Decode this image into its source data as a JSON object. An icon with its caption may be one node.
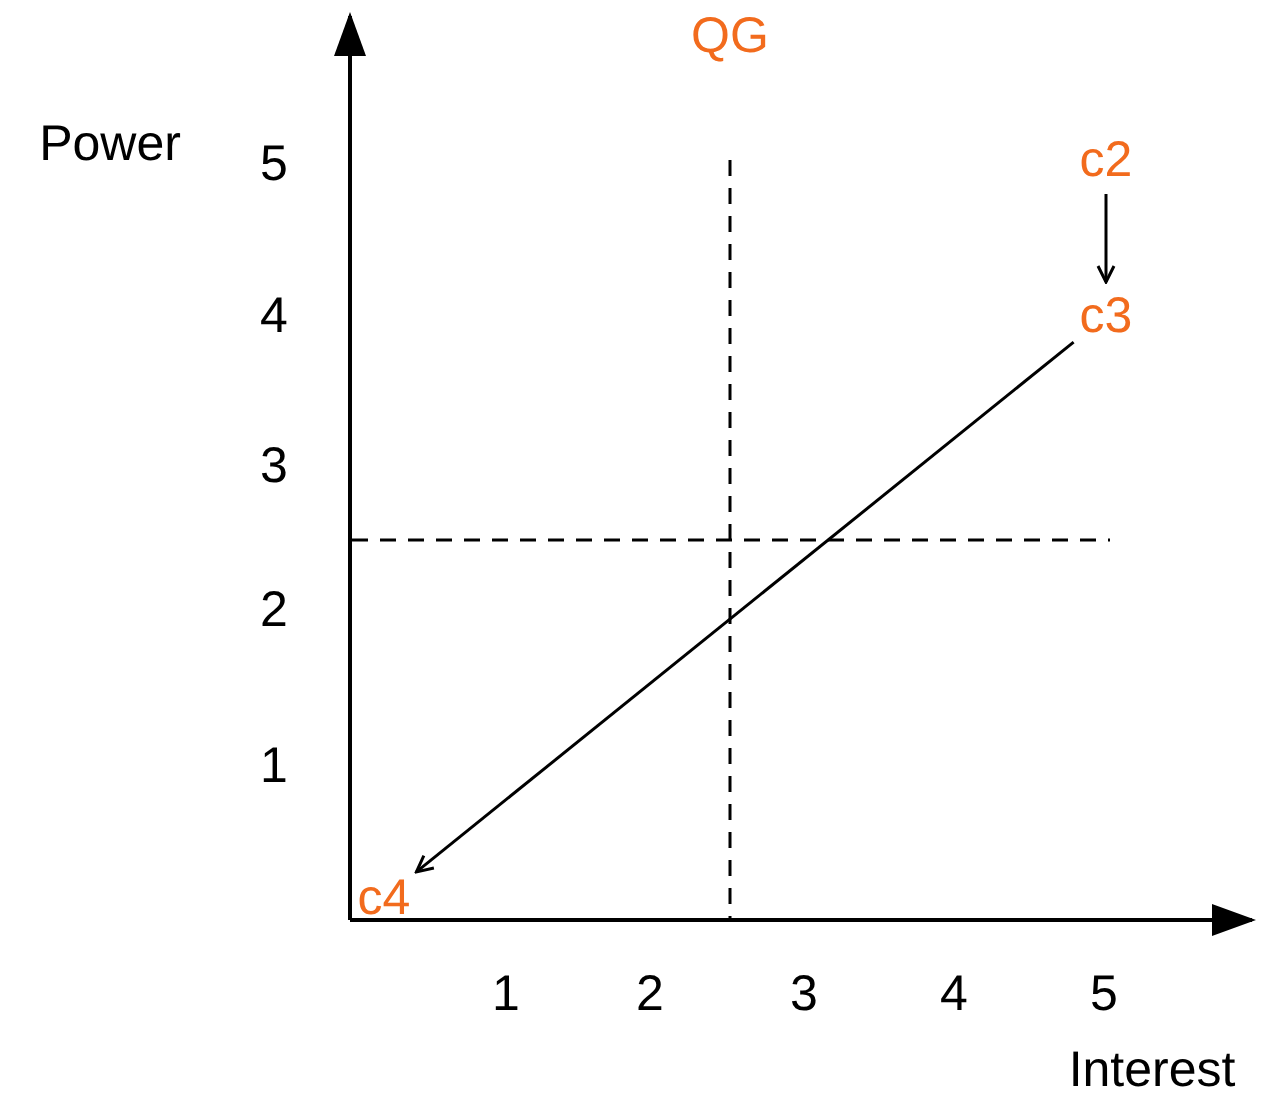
{
  "diagram": {
    "nodes": [
      {
        "text": [
          "c2"
        ]
      },
      {
        "text": [
          "c3"
        ]
      },
      {
        "text": [
          "c4"
        ]
      }
    ],
    "edges": [
      {
        "from": 0,
        "to": 1,
        "arrow": "to"
      },
      {
        "from": 1,
        "to": 2,
        "arrow": "to"
      }
    ],
    "labels": [
      "QG",
      "Power",
      "5",
      "4",
      "3",
      "2",
      "1",
      "1",
      "2",
      "3",
      "4",
      "5",
      "Interest"
    ]
  }
}
